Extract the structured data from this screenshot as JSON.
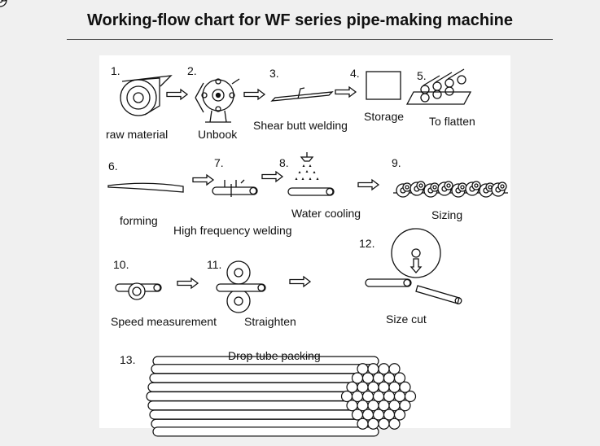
{
  "title": "Working-flow chart for WF series pipe-making machine",
  "steps": [
    {
      "number": "1.",
      "label": "raw material"
    },
    {
      "number": "2.",
      "label": "Unbook"
    },
    {
      "number": "3.",
      "label": "Shear butt welding"
    },
    {
      "number": "4.",
      "label": "Storage"
    },
    {
      "number": "5.",
      "label": "To flatten"
    },
    {
      "number": "6.",
      "label": "forming"
    },
    {
      "number": "7.",
      "label": "High frequency welding"
    },
    {
      "number": "8.",
      "label": "Water cooling"
    },
    {
      "number": "9.",
      "label": "Sizing"
    },
    {
      "number": "10.",
      "label": "Speed measurement"
    },
    {
      "number": "11.",
      "label": "Straighten"
    },
    {
      "number": "12.",
      "label": "Size cut"
    },
    {
      "number": "13.",
      "label": "Drop tube packing"
    }
  ],
  "colors": {
    "background": "#f0f0f0",
    "panel": "#ffffff",
    "line": "#111111"
  }
}
